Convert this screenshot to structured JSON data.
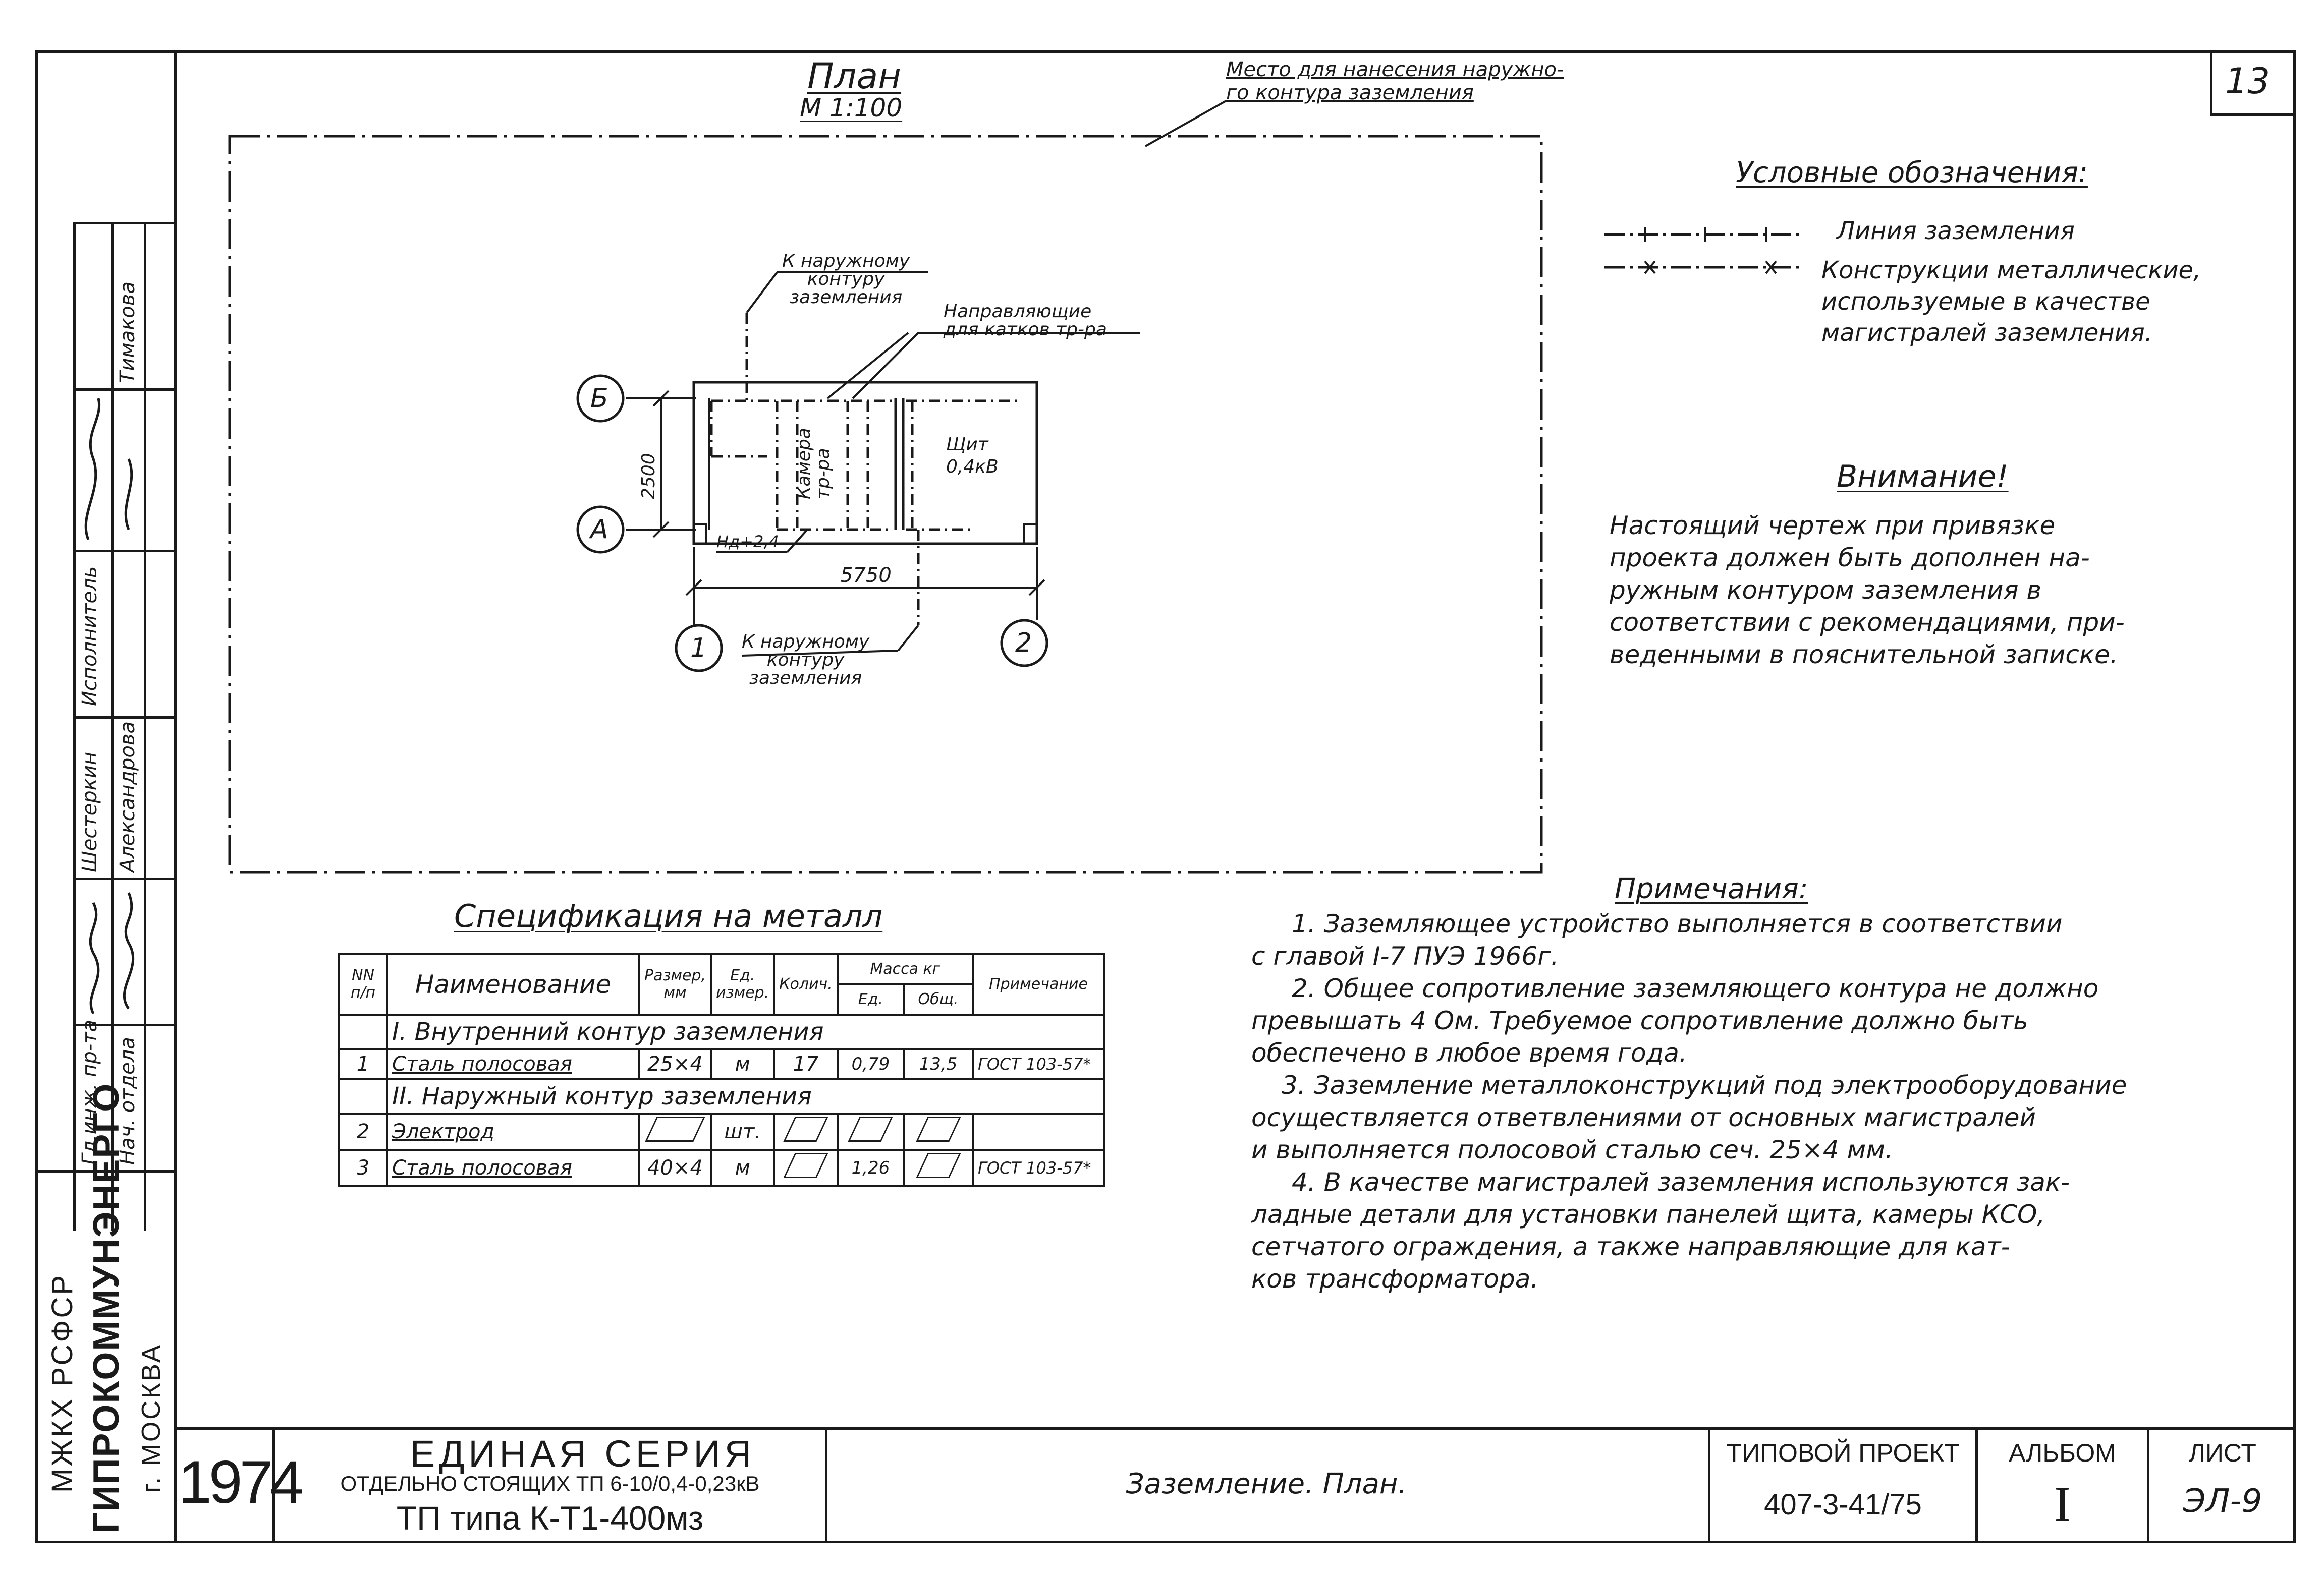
{
  "sheet": {
    "page_number": "13",
    "plan_title": "План",
    "plan_scale": "М 1:100",
    "callout_outer_contour": "Место для нанесения наружно-\nго контура заземления"
  },
  "plan": {
    "axis_b": "Б",
    "axis_a": "А",
    "axis_1": "1",
    "axis_2": "2",
    "dim_height": "2500",
    "dim_width": "5750",
    "elev": "Нд+2,4",
    "label_top_ext": "К наружному\nконтуру\nзаземления",
    "label_guides": "Направляющие\nдля катков тр-ра",
    "label_bottom_ext": "К наружному\nконтуру\nзаземления",
    "room_camera": "Камера\nтр-ра",
    "room_shield": "Щит\n0,4кВ"
  },
  "legend": {
    "title": "Условные обозначения:",
    "items": [
      {
        "label": "Линия заземления"
      },
      {
        "label": "Конструкции металлические,\nиспользуемые в качестве\nмагистралей заземления."
      }
    ]
  },
  "attention": {
    "title": "Внимание!",
    "text": "Настоящий чертеж при привязке\nпроекта должен быть дополнен на-\nружным контуром заземления в\nсоответствии с рекомендациями, при-\nведенными в пояснительной записке."
  },
  "spec": {
    "title": "Спецификация на металл",
    "headers": {
      "num": "NN\nп/п",
      "name": "Наименование",
      "size": "Размер,\nмм",
      "unit": "Ед.\nизмер.",
      "qty": "Колич.",
      "mass": "Масса кг",
      "mass_unit": "Ед.",
      "mass_total": "Общ.",
      "note": "Примечание"
    },
    "section1": "I. Внутренний контур заземления",
    "row1": {
      "num": "1",
      "name": "Сталь полосовая",
      "size": "25×4",
      "unit": "м",
      "qty": "17",
      "mass_unit": "0,79",
      "mass_total": "13,5",
      "note": "ГОСТ 103-57*"
    },
    "section2": "II. Наружный контур заземления",
    "row2": {
      "num": "2",
      "name": "Электрод",
      "size": "",
      "unit": "шт.",
      "qty": "",
      "mass_unit": "",
      "mass_total": "",
      "note": ""
    },
    "row3": {
      "num": "3",
      "name": "Сталь полосовая",
      "size": "40×4",
      "unit": "м",
      "qty": "",
      "mass_unit": "1,26",
      "mass_total": "",
      "note": "ГОСТ 103-57*"
    }
  },
  "notes": {
    "title": "Примечания:",
    "lines": [
      "1. Заземляющее устройство выполняется в соответствии",
      "с главой I-7 ПУЭ 1966г.",
      "2. Общее сопротивление заземляющего контура не должно",
      "превышать 4 Ом. Требуемое сопротивление должно быть",
      "обеспечено в любое время года.",
      "3. Заземление металлоконструкций под электрооборудование",
      "осуществляется ответвлениями от основных магистралей",
      "и выполняется полосовой сталью сеч. 25×4 мм.",
      "4. В качестве магистралей заземления используются зак-",
      "ладные детали для установки панелей щита, камеры КСО,",
      "сетчатого ограждения, а также направляющие для кат-",
      "ков трансформатора."
    ]
  },
  "stamp": {
    "roles": [
      "Гл.инж. пр-та",
      "Нач. отдела",
      "Шестеркин",
      "Александрова",
      "Исполнитель",
      "Тимакова"
    ],
    "org1": "МЖКХ РСФСР",
    "org2": "ГИПРОКОММУНЭНЕРГО",
    "org3": "г. МОСКВА",
    "year": "1974",
    "series_title": "ЕДИНАЯ СЕРИЯ",
    "series_sub": "ОТДЕЛЬНО СТОЯЩИХ ТП 6-10/0,4-0,23кВ",
    "series_type": "ТП типа К-Т1-400мз",
    "sheet_name": "Заземление. План.",
    "project_label": "ТИПОВОЙ ПРОЕКТ",
    "project_no": "407-3-41/75",
    "album_label": "АЛЬБОМ",
    "album_no": "I",
    "list_label": "ЛИСТ",
    "list_no": "ЭЛ-9"
  },
  "colors": {
    "ink": "#1a1a1a",
    "paper": "#ffffff"
  }
}
